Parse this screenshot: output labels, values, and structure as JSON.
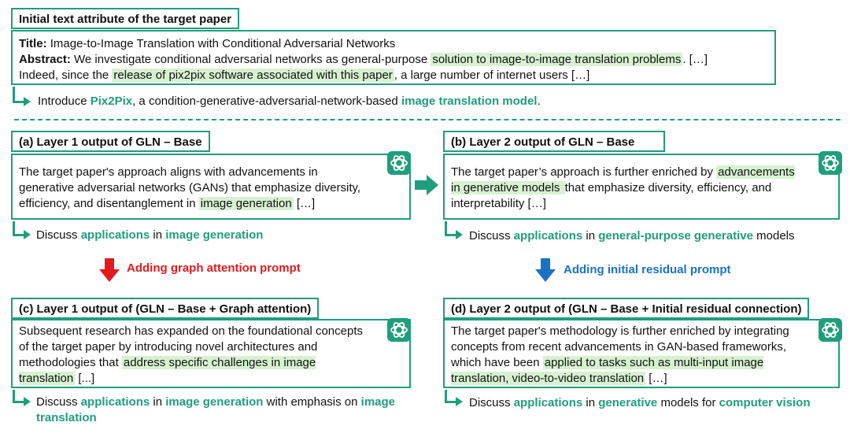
{
  "top": {
    "header": "Initial text attribute of the target paper",
    "title_label": "Title:",
    "title_text": "Image-to-Image Translation with Conditional Adversarial Networks",
    "abstract_label": "Abstract:",
    "abstract_a": "We investigate conditional adversarial networks as general-purpose ",
    "abstract_hl1": "solution to image-to-image translation problems",
    "abstract_b": ". […]",
    "line3_a": "Indeed, since the ",
    "line3_hl": "release of pix2pix software associated with this paper",
    "line3_b": ", a large number of internet users […]",
    "out_a": "Introduce ",
    "out_g1": "Pix2Pix",
    "out_b": ", a condition-generative-adversarial-network-based ",
    "out_g2": "image translation model",
    "out_c": "."
  },
  "a": {
    "header": "(a) Layer 1 output of GLN – Base",
    "t1": "The target paper's approach aligns with advancements in generative adversarial networks (GANs) that emphasize diversity, efficiency, and disentanglement in ",
    "hl": "image generation",
    "t2": " […]",
    "out_a": "Discuss ",
    "out_g1": "applications",
    "out_b": " in ",
    "out_g2": "image generation"
  },
  "b": {
    "header": "(b) Layer 2 output of GLN – Base",
    "t1": "The target paper’s approach is further enriched by ",
    "hl": "advancements in generative models ",
    "t2": "that emphasize diversity, efficiency, and interpretability […]",
    "out_a": "Discuss ",
    "out_g1": "applications",
    "out_b": " in ",
    "out_g2": "general-purpose generative",
    "out_c": " models"
  },
  "prompt_left": "Adding graph attention prompt",
  "prompt_right": "Adding initial residual prompt",
  "c": {
    "header": "(c) Layer 1 output of (GLN – Base + Graph attention)",
    "t1": "Subsequent research has expanded on the foundational concepts of the target paper by introducing novel architectures and methodologies that ",
    "hl": "address specific challenges in image translation",
    "t2": " [...]",
    "out_a": "Discuss ",
    "out_g1": "applications",
    "out_b": " in ",
    "out_g2": "image generation",
    "out_c": " with emphasis on ",
    "out_g3": "image translation"
  },
  "d": {
    "header": "(d) Layer 2 output of (GLN – Base + Initial residual connection)",
    "t1": "The target paper's methodology is further enriched by integrating concepts from recent advancements in GAN-based frameworks, which have been ",
    "hl": "applied to tasks such as multi-input image translation, video-to-video translation",
    "t2": " […]",
    "out_a": "Discuss ",
    "out_g1": "applications",
    "out_b": " in ",
    "out_g2": "generative",
    "out_c": " models for ",
    "out_g3": "computer vision"
  },
  "colors": {
    "green": "#1f9e7c",
    "highlight": "#d8f2d1",
    "red": "#e31a1c",
    "blue": "#1a72c4"
  },
  "icons": {
    "assistant": "chatgpt-logo-icon"
  }
}
